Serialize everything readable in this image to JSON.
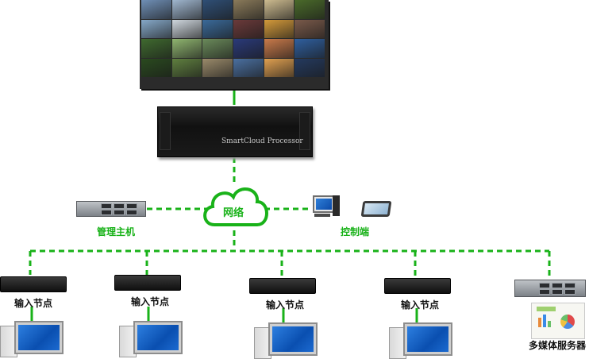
{
  "labels": {
    "network": "网络",
    "management_host": "管理主机",
    "control_end": "控制端",
    "input_node_1": "输入节点",
    "input_node_2": "输入节点",
    "input_node_3": "输入节点",
    "input_node_4": "输入节点",
    "multimedia_server": "多媒体服务器",
    "processor_brand": "SmartCloud Processor"
  },
  "colors": {
    "link_green": "#19b219",
    "cloud_green": "#19b219"
  },
  "wall_tiles": [
    "#6f8fb6",
    "#9fb6cf",
    "#2f4f76",
    "#8a7a5a",
    "#cdbb8f",
    "#4a6a2a",
    "#86a9c9",
    "#cfd7de",
    "#3a6a9a",
    "#6b3a3a",
    "#d49a3a",
    "#7a5a4a",
    "#3f6a2f",
    "#8fb56f",
    "#6a8a5a",
    "#2a3a7a",
    "#c97a4a",
    "#2f5f9f",
    "#2a4a1f",
    "#5f7f3f",
    "#9a8a6a",
    "#4a6fa0",
    "#e0a050",
    "#243a5f"
  ]
}
